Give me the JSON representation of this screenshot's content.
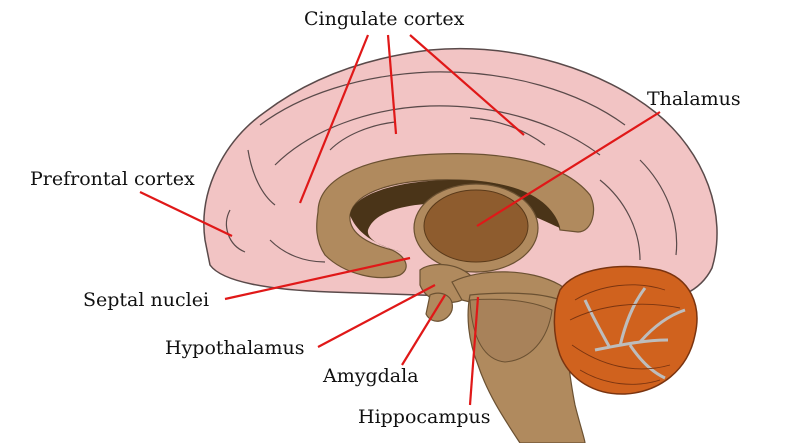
{
  "labels": {
    "cingulate_cortex": "Cingulate cortex",
    "thalamus": "Thalamus",
    "prefrontal_cortex": "Prefrontal cortex",
    "septal_nuclei": "Septal nuclei",
    "hypothalamus": "Hypothalamus",
    "amygdala": "Amygdala",
    "hippocampus": "Hippocampus"
  },
  "colors": {
    "cortex": "#f2c4c4",
    "cortex_outline": "#5a4a4a",
    "limbic": "#b08a5e",
    "ventricle": "#4a3418",
    "thalamus": "#8e5c2e",
    "brainstem": "#b08a5e",
    "cerebellum": "#d0621e",
    "cerebellum_white": "#bdbdbd",
    "leader_line": "#e01818"
  }
}
